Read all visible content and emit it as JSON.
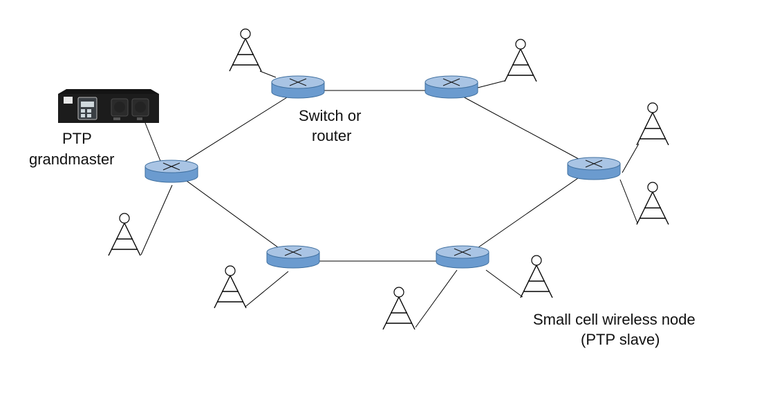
{
  "labels": {
    "gm_line1": "PTP",
    "gm_line2": "grandmaster",
    "switch_line1": "Switch or",
    "switch_line2": "router",
    "slave_line1": "Small cell wireless node",
    "slave_line2": "(PTP slave)"
  },
  "colors": {
    "router_top": "#a9c4e4",
    "router_side": "#6b9bcf",
    "router_edge": "#3f6f9f",
    "link": "#000000",
    "device_body": "#141414"
  },
  "icons": {
    "router": "router-icon",
    "tower": "cell-tower-icon",
    "grandmaster": "ptp-grandmaster-device-icon"
  }
}
